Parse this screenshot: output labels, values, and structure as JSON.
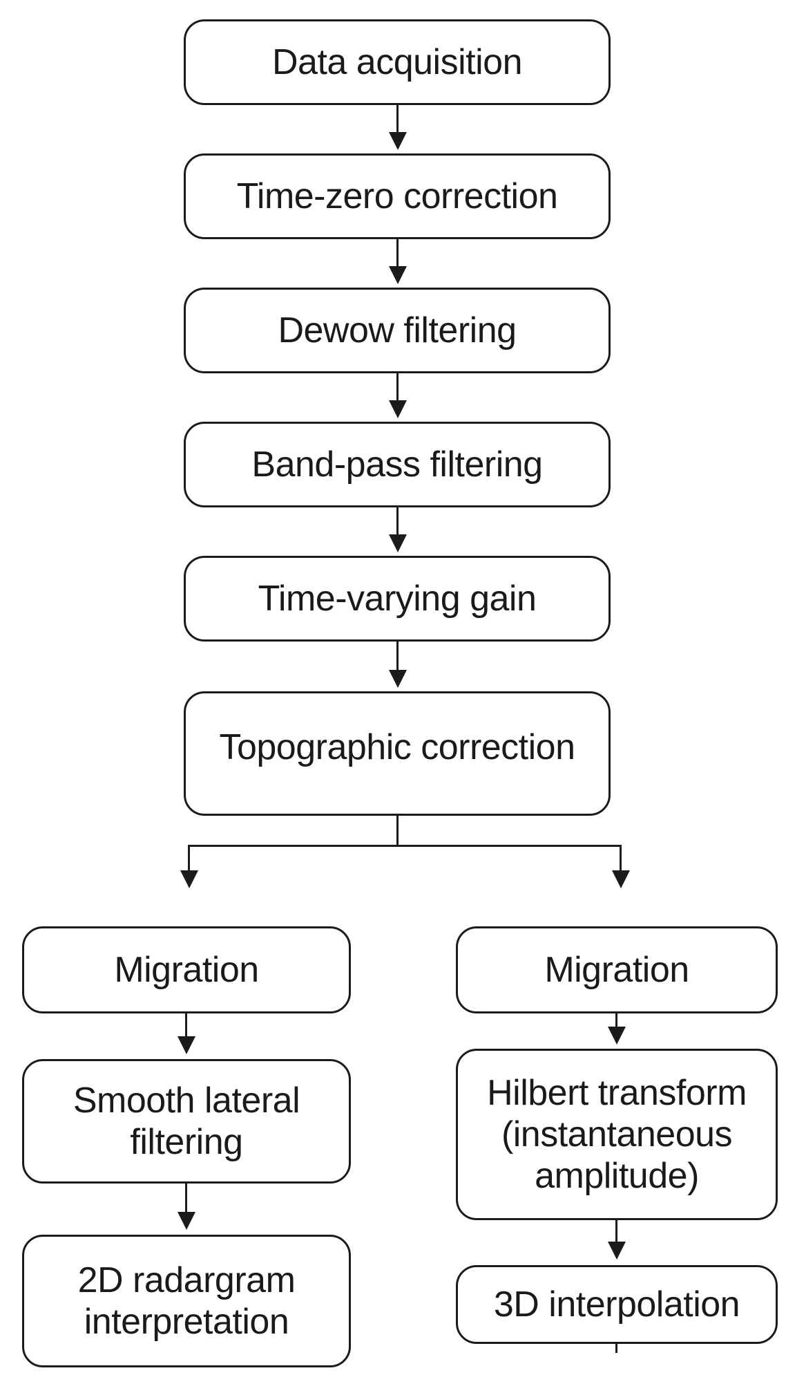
{
  "diagram": {
    "colors": {
      "background": "#ffffff",
      "stroke": "#1b1b1b",
      "text": "#1a1a1a"
    },
    "main_column": [
      {
        "id": "data-acquisition",
        "label": "Data acquisition"
      },
      {
        "id": "time-zero-correction",
        "label": "Time-zero correction"
      },
      {
        "id": "dewow-filtering",
        "label": "Dewow filtering"
      },
      {
        "id": "band-pass-filtering",
        "label": "Band-pass filtering"
      },
      {
        "id": "time-varying-gain",
        "label": "Time-varying gain"
      },
      {
        "id": "topographic-correction",
        "label": "Topographic correction"
      }
    ],
    "left_branch": [
      {
        "id": "migration-left",
        "label": "Migration"
      },
      {
        "id": "smooth-lateral-filtering",
        "label": "Smooth lateral filtering"
      },
      {
        "id": "radargram-interpretation-2d",
        "label": "2D radargram interpretation"
      }
    ],
    "right_branch": [
      {
        "id": "migration-right",
        "label": "Migration"
      },
      {
        "id": "hilbert-transform",
        "label": "Hilbert transform (instantaneous amplitude)"
      },
      {
        "id": "interpolation-3d",
        "label": "3D interpolation"
      }
    ],
    "edges": [
      {
        "from": "data-acquisition",
        "to": "time-zero-correction"
      },
      {
        "from": "time-zero-correction",
        "to": "dewow-filtering"
      },
      {
        "from": "dewow-filtering",
        "to": "band-pass-filtering"
      },
      {
        "from": "band-pass-filtering",
        "to": "time-varying-gain"
      },
      {
        "from": "time-varying-gain",
        "to": "topographic-correction"
      },
      {
        "from": "topographic-correction",
        "to": "migration-left"
      },
      {
        "from": "topographic-correction",
        "to": "migration-right"
      },
      {
        "from": "migration-left",
        "to": "smooth-lateral-filtering"
      },
      {
        "from": "smooth-lateral-filtering",
        "to": "radargram-interpretation-2d"
      },
      {
        "from": "migration-right",
        "to": "hilbert-transform"
      },
      {
        "from": "hilbert-transform",
        "to": "interpolation-3d"
      }
    ]
  }
}
